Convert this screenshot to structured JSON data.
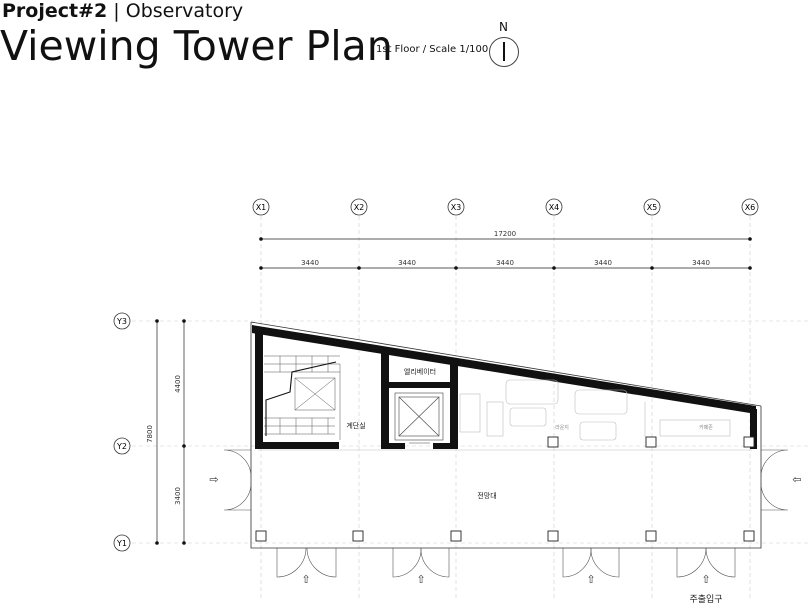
{
  "header": {
    "project_label": "Project#2",
    "separator": "|",
    "project_name": "Observatory",
    "title": "Viewing Tower Plan",
    "subtitle": "1st Floor / Scale 1/100",
    "north_label": "N"
  },
  "grid_x": [
    "X1",
    "X2",
    "X3",
    "X4",
    "X5",
    "X6"
  ],
  "grid_y": [
    "Y3",
    "Y2",
    "Y1"
  ],
  "dims": {
    "overall_x": "17200",
    "bays_x": [
      "3440",
      "3440",
      "3440",
      "3440",
      "3440"
    ],
    "overall_y": "7800",
    "bays_y": [
      "4400",
      "3400"
    ]
  },
  "rooms": {
    "elevator_hall": "엘리베이터",
    "stair": "계단실",
    "lounge": "라운지",
    "cafe": "카페존",
    "observation": "전망대",
    "main_entrance": "주출입구"
  }
}
